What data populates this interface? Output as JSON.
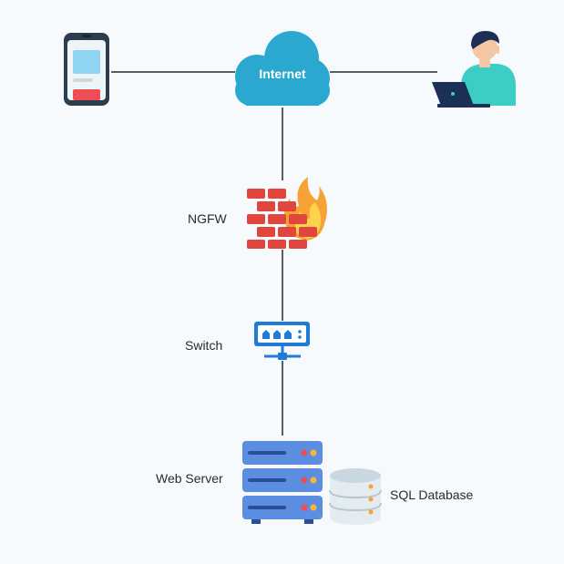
{
  "nodes": {
    "internet": "Internet",
    "ngfw": "NGFW",
    "switch": "Switch",
    "web_server": "Web Server",
    "sql_database": "SQL Database"
  },
  "icons": {
    "phone": "smartphone-icon",
    "user": "user-with-laptop-icon",
    "cloud": "cloud-icon",
    "firewall": "firewall-icon",
    "switch": "network-switch-icon",
    "server": "server-rack-icon",
    "database": "database-icon"
  },
  "colors": {
    "background": "#f6fafd",
    "line": "#2b2b2b",
    "cloud": "#2aa8d0",
    "brick": "#e0463e",
    "flame": "#f7a234",
    "switch": "#1f7ad8",
    "server": "#5b8de0",
    "database": "#c9d8e0"
  }
}
